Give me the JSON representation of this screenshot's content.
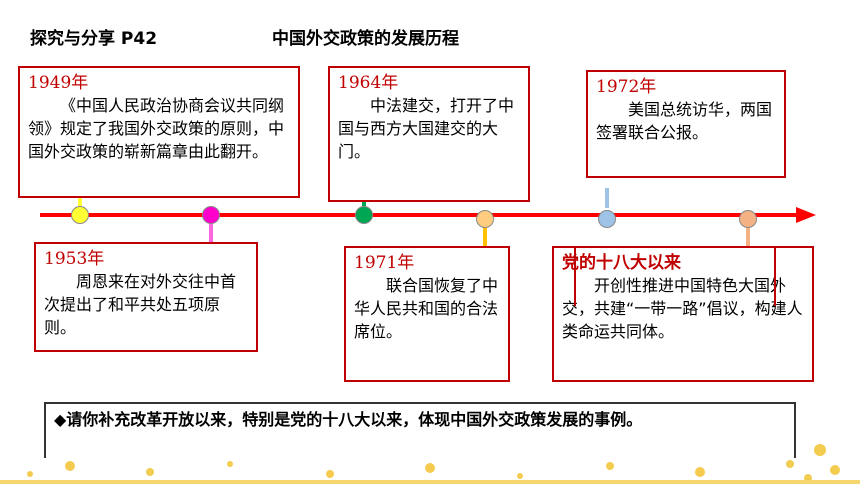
{
  "header": {
    "left": "探究与分享  P42",
    "title": "中国外交政策的发展历程"
  },
  "events": [
    {
      "year": "1949年",
      "text": "《中国人民政治协商会议共同纲领》规定了我国外交政策的原则，中国外交政策的崭新篇章由此翻开。"
    },
    {
      "year": "1953年",
      "text": "周恩来在对外交往中首次提出了和平共处五项原则。"
    },
    {
      "year": "1964年",
      "text": "中法建交，打开了中国与西方大国建交的大门。"
    },
    {
      "year": "1971年",
      "text": "联合国恢复了中华人民共和国的合法席位。"
    },
    {
      "year": "1972年",
      "text": "美国总统访华，两国签署联合公报。"
    },
    {
      "year": "党的十八大以来",
      "text": "开创性推进中国特色大国外交，共建“一带一路”倡议，构建人类命运共同体。"
    }
  ],
  "question": "◆请你补充改革开放以来，特别是党的十八大以来，体现中国外交政策发展的事例。",
  "colors": {
    "accent": "#c00000",
    "timeline": "#ff0000",
    "node_yellow": "#ffff33",
    "node_magenta": "#ff00cc",
    "node_green": "#00a651",
    "node_peach": "#ffcc80",
    "node_blue": "#9dc3e6",
    "node_salmon": "#f4b183"
  }
}
